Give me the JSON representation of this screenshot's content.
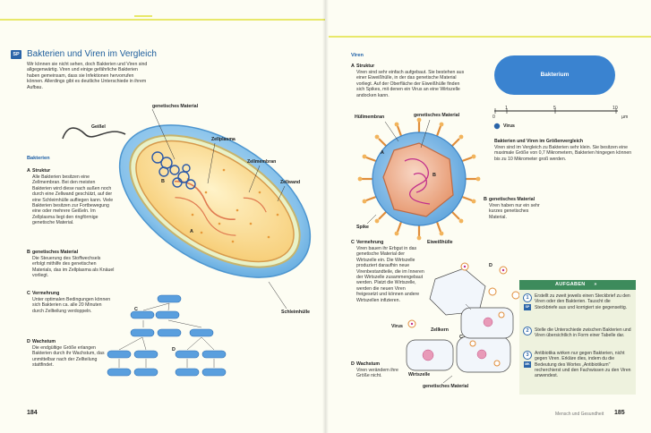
{
  "left": {
    "badge": "SP",
    "title": "Bakterien und Viren im Vergleich",
    "intro": "Wir können sie nicht sehen, doch Bakterien und Viren sind allgegenwärtig. Viren und einige gefährliche Bakterien haben gemeinsam, dass sie Infektionen hervorrufen können. Allerdings gibt es deutliche Unterschiede in ihrem Aufbau.",
    "section_heading": "Bakterien",
    "blocks": [
      {
        "letter": "A",
        "heading": "Struktur",
        "text": "Alle Bakterien besitzen eine Zellmembran. Bei den meisten Bakterien wird diese nach außen noch durch eine Zellwand geschützt, auf der eine Schleimhülle aufliegen kann. Viele Bakterien besitzen zur Fortbewegung eine oder mehrere Geißeln. Im Zellplasma liegt den ringförmige genetische Material."
      },
      {
        "letter": "B",
        "heading": "genetisches Material",
        "text": "Die Steuerung des Stoffwechsels erfolgt mithilfe des genetischen Materials, das im Zellplasma als Knäuel vorliegt."
      },
      {
        "letter": "C",
        "heading": "Vermehrung",
        "text": "Unter optimalen Bedingungen können sich Bakterien ca. alle 20 Minuten durch Zellteilung verdoppeln."
      },
      {
        "letter": "D",
        "heading": "Wachstum",
        "text": "Die endgültige Größe erlangen Bakterien durch ihr Wachstum, das unmittelbar nach der Zellteilung stattfindet."
      }
    ],
    "labels": {
      "geissel": "Geißel",
      "genetisches_material": "genetisches Material",
      "zellplasma": "Zellplasma",
      "zellmembran": "Zellmembran",
      "zellwand": "Zellwand",
      "schleimhuelle": "Schleimhülle",
      "a": "A",
      "b": "B",
      "c": "C",
      "d": "D"
    },
    "page_number": "184"
  },
  "right": {
    "section_heading": "Viren",
    "blocks": [
      {
        "letter": "A",
        "heading": "Struktur",
        "text": "Viren sind sehr einfach aufgebaut. Sie bestehen aus einer Eiweißhülle, in der das genetische Material vorliegt. Auf der Oberfläche der Eiweißhülle finden sich Spikes, mit denen ein Virus an eine Wirtszelle andocken kann."
      },
      {
        "letter": "C",
        "heading": "Vermehrung",
        "text": "Viren bauen ihr Erbgut in das genetische Material der Wirtszelle ein. Die Wirtszelle produziert daraufhin neue Virenbestandteile, die im Inneren der Wirtszelle zusammengebaut werden. Platzt die Wirtszelle, werden die neuen Viren freigesetzt und können andere Wirtszellen infizieren."
      },
      {
        "letter": "D",
        "heading": "Wachstum",
        "text": "Viren verändern ihre Größe nicht."
      },
      {
        "letter": "B",
        "heading": "genetisches Material",
        "text": "Viren haben nur ein sehr kurzes genetisches Material."
      }
    ],
    "labels": {
      "huellmembran": "Hüllmembran",
      "genetisches_material": "genetisches Material",
      "eiweisshuelle": "Eiweißhülle",
      "spike": "Spike",
      "a": "A",
      "b": "B",
      "virus": "Virus",
      "zellkern": "Zellkern",
      "wirtszelle": "Wirtszelle",
      "genetisches_material_2": "genetisches Material",
      "c": "C",
      "d": "D"
    },
    "scale": {
      "bacterium_label": "Bakterium",
      "ticks": [
        "0",
        "1",
        "5",
        "10"
      ],
      "unit": "µm",
      "virus_legend": "Virus",
      "heading": "Bakterien und Viren im Größenvergleich",
      "text": "Viren sind im Vergleich zu Bakterien sehr klein. Sie besitzen eine maximale Größe von 0,7 Mikrometern, Bakterien hingegen können bis zu 10 Mikrometer groß werden."
    },
    "tasks": {
      "heading": "AUFGABEN",
      "arrow": "»",
      "items": [
        {
          "num": "1",
          "tag": "SP",
          "text": "Erstellt zu zweit jeweils einen Steckbrief zu den Viren oder den Bakterien. Tauscht die Steckbriefe aus und korrigiert sie gegenseitig."
        },
        {
          "num": "2",
          "tag": "",
          "text": "Stelle die Unterschiede zwischen Bakterien und Viren übersichtlich in Form einer Tabelle dar."
        },
        {
          "num": "3",
          "tag": "MK",
          "text": "Antibiotika wirken nur gegen Bakterien, nicht gegen Viren. Erkläre dies, indem du die Bedeutung des Wortes „Antibiotikum\" recherchierst und den Fachwissen zu den Viren anwendest."
        }
      ]
    },
    "footer": "Mensch und Gesundheit",
    "page_number": "185"
  },
  "colors": {
    "accent_yellow": "#e8e86a",
    "title_blue": "#1d5d9c",
    "badge_blue": "#2a64a8",
    "tasks_green": "#3d8b5c",
    "tasks_bg": "#eef2de",
    "bacterium_blue": "#3a83d0"
  }
}
